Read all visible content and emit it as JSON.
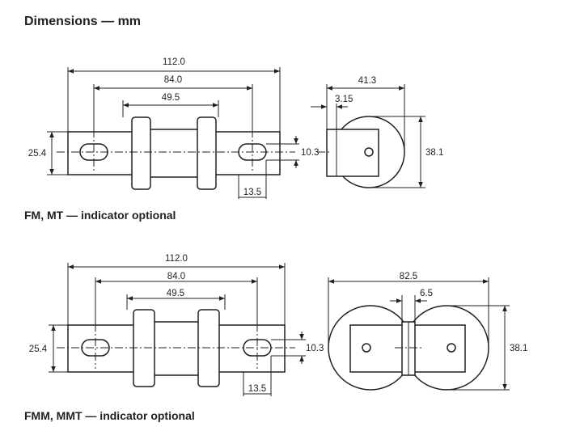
{
  "title": "Dimensions — mm",
  "diagrams": [
    {
      "caption": "FM, MT — indicator optional",
      "front": {
        "overall_length": "112.0",
        "tag_span": "84.0",
        "body_length": "49.5",
        "height": "25.4",
        "slot_width": "10.3",
        "tag_edge": "13.5"
      },
      "side": {
        "depth": "41.3",
        "tag_thickness": "3.15",
        "diameter": "38.1"
      }
    },
    {
      "caption": "FMM, MMT — indicator optional",
      "front": {
        "overall_length": "112.0",
        "tag_span": "84.0",
        "body_length": "49.5",
        "height": "25.4",
        "slot_width": "10.3",
        "tag_edge": "13.5"
      },
      "side": {
        "depth": "82.5",
        "tag_thickness": "6.5",
        "diameter": "38.1"
      }
    }
  ]
}
